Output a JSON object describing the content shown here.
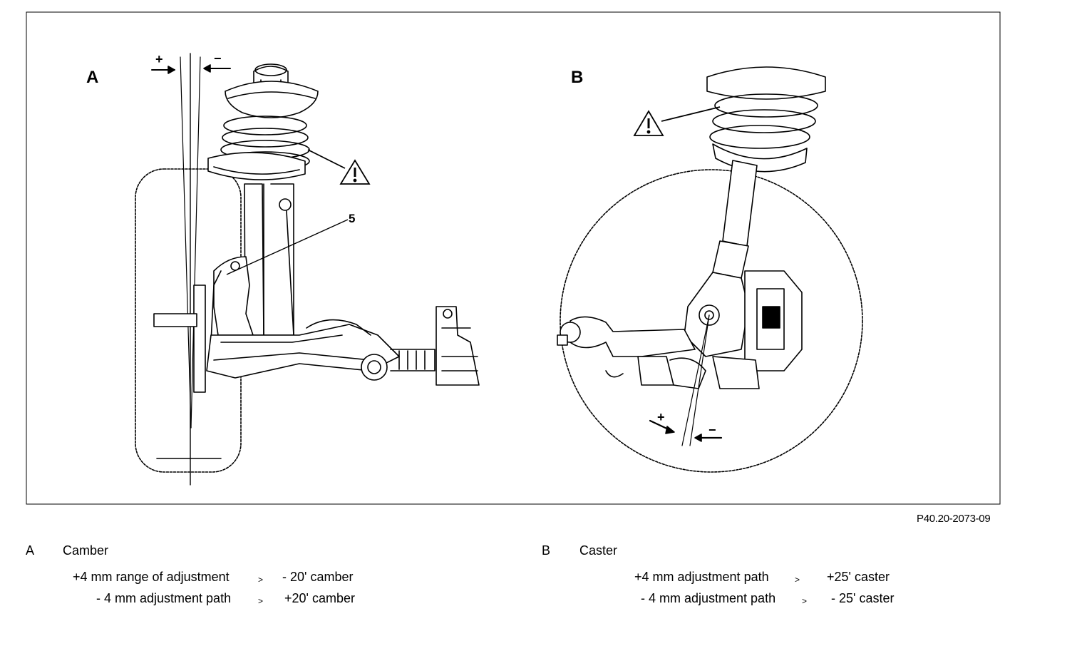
{
  "figure": {
    "panel_a_letter": "A",
    "panel_b_letter": "B",
    "callout_number": "5",
    "plus_sign": "+",
    "minus_sign": "−",
    "reference": "P40.20-2073-09"
  },
  "legend": {
    "a": {
      "key": "A",
      "title": "Camber",
      "rows": [
        {
          "path": "+4 mm range of adjustment",
          "arrow": ">",
          "result": "- 20' camber"
        },
        {
          "path": "- 4 mm adjustment path",
          "arrow": ">",
          "result": "+20' camber"
        }
      ]
    },
    "b": {
      "key": "B",
      "title": "Caster",
      "rows": [
        {
          "path": "+4 mm adjustment path",
          "arrow": ">",
          "result": "+25' caster"
        },
        {
          "path": "- 4 mm adjustment path",
          "arrow": ">",
          "result": "- 25' caster"
        }
      ]
    }
  }
}
